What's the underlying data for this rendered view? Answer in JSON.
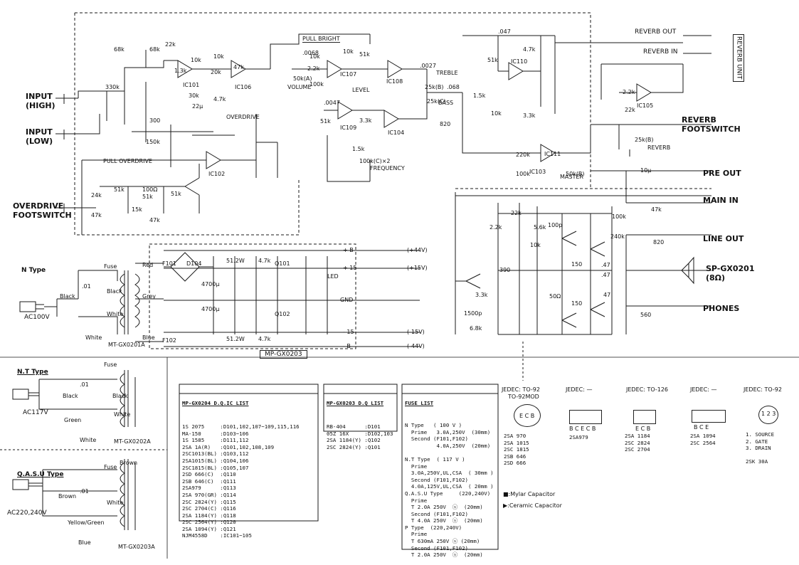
{
  "connectors": {
    "input_high": "INPUT\n(HIGH)",
    "input_low": "INPUT\n(LOW)",
    "overdrive_footswitch": "OVERDRIVE\nFOOTSWITCH",
    "reverb_out": "REVERB OUT",
    "reverb_in": "REVERB IN",
    "reverb_unit": "REVERB UNIT",
    "reverb_footswitch": "REVERB\nFOOTSWITCH",
    "pre_out": "PRE OUT",
    "main_in": "MAIN IN",
    "line_out": "LINE OUT",
    "speaker": "SP-GX0201\n(8Ω)",
    "phones": "PHONES"
  },
  "controls": {
    "pull_bright": "PULL BRIGHT",
    "volume": "VOLUME",
    "level": "LEVEL",
    "treble": "TREBLE",
    "bass": "BASS",
    "frequency": "FREQUENCY",
    "overdrive": "OVERDRIVE",
    "pull_overdrive": "PULL OVERDRIVE",
    "reverb": "REVERB",
    "master": "MASTER"
  },
  "ics": [
    "IC101",
    "IC102",
    "IC103",
    "IC104",
    "IC105",
    "IC106",
    "IC107",
    "IC108",
    "IC109",
    "IC110",
    "IC111"
  ],
  "components": [
    {
      "t": "68k"
    },
    {
      "t": "68k"
    },
    {
      "t": "22k"
    },
    {
      "t": "10k"
    },
    {
      "t": "10k"
    },
    {
      "t": "20k"
    },
    {
      "t": "47k"
    },
    {
      "t": "1.3k"
    },
    {
      "t": "30k"
    },
    {
      "t": "4.7k"
    },
    {
      "t": "300"
    },
    {
      "t": "150k"
    },
    {
      "t": "22μ"
    },
    {
      "t": "330k"
    },
    {
      "t": "10k"
    },
    {
      "t": "100k"
    },
    {
      "t": "50k(A)"
    },
    {
      "t": "2.2k"
    },
    {
      "t": "10k"
    },
    {
      "t": ".0068"
    },
    {
      "t": ".0027"
    },
    {
      "t": "25k(B)"
    },
    {
      "t": "25k(C)"
    },
    {
      "t": ".068"
    },
    {
      "t": "820"
    },
    {
      "t": "51k"
    },
    {
      "t": ".0047"
    },
    {
      "t": "100k(C)×2"
    },
    {
      "t": "51k"
    },
    {
      "t": "3.3k"
    },
    {
      "t": "1.5k"
    },
    {
      "t": "51k"
    },
    {
      "t": "10k"
    },
    {
      "t": "1.5k"
    },
    {
      "t": "3.3k"
    },
    {
      "t": "4.7k"
    },
    {
      "t": ".047"
    },
    {
      "t": "2.2k"
    },
    {
      "t": "22k"
    },
    {
      "t": "220k"
    },
    {
      "t": "100k"
    },
    {
      "t": "50k(B)"
    },
    {
      "t": "25k(B)"
    },
    {
      "t": "10μ"
    },
    {
      "t": "47k"
    },
    {
      "t": "100k"
    },
    {
      "t": "22k"
    },
    {
      "t": "2.2k"
    },
    {
      "t": "5.6k"
    },
    {
      "t": "100p"
    },
    {
      "t": "10k"
    },
    {
      "t": "390"
    },
    {
      "t": "150"
    },
    {
      "t": "150"
    },
    {
      "t": ".47"
    },
    {
      "t": ".47"
    },
    {
      "t": "47"
    },
    {
      "t": "50Ω"
    },
    {
      "t": "240k"
    },
    {
      "t": "820"
    },
    {
      "t": "560"
    },
    {
      "t": "1500p"
    },
    {
      "t": "3.3k"
    },
    {
      "t": "6.8k"
    },
    {
      "t": "51k"
    },
    {
      "t": "51k"
    },
    {
      "t": "51k"
    },
    {
      "t": "24k"
    },
    {
      "t": "47k"
    },
    {
      "t": "15k"
    },
    {
      "t": "100Ω"
    },
    {
      "t": "47k"
    }
  ],
  "power": {
    "n_type": "N Type",
    "fuse": "Fuse",
    "ac100": "AC100V",
    "black": "Black",
    "white": "White",
    "red": "Red",
    "grey": "Grey",
    "blue": "Blue",
    "f101": "F101",
    "f102": "F102",
    "d104": "D104",
    "c01": ".01",
    "transformer_n": "MT-GX0201A",
    "board": "MP-GX0203",
    "rails": [
      "+ B",
      "+ 15",
      "GND",
      "- 15",
      "- B"
    ],
    "rail_values": [
      "(+44V)",
      "(+15V)",
      "",
      "(-15V)",
      "(-44V)"
    ],
    "led": "LED",
    "q101": "Q101",
    "q102": "Q102",
    "res_512": "51.2W",
    "res_47k": "4.7k",
    "cap_4700": "4700μ",
    "nt_type": "N.T Type",
    "ac117": "AC117V",
    "green": "Green",
    "transformer_nt": "MT-GX0202A",
    "qasu_type": "Q.A.S.U Type",
    "ac220": "AC220,240V",
    "brown": "Brown",
    "yellow_green": "Yellow/Green",
    "transformer_qasu": "MT-GX0203A"
  },
  "list_mp0204": {
    "header": "MP-GX0204 D.Q.IC LIST",
    "rows": [
      "1S 2075     :D101,102,107~109,115,116",
      "MA-150      :D103~106",
      "1S 1585     :D111,112",
      "2SA 1A(R)   :Q101,102,108,109",
      "2SC1013(BL) :Q103,112",
      "2SA1015(BL) :Q104,106",
      "2SC1815(BL) :Q105,107",
      "2SD 666(C)  :Q110",
      "2SB 646(C)  :Q111",
      "2SA979      :Q113",
      "2SA 970(GR) :Q114",
      "2SC 2824(Y) :Q115",
      "2SC 2704(C) :Q116",
      "2SA 1184(Y) :Q118",
      "2SC 2564(Y) :Q120",
      "2SA 1094(Y) :Q121",
      "NJM4558D    :IC101~105"
    ]
  },
  "list_mp0203": {
    "header": "MP-GX0203 D.Q LIST",
    "rows": [
      "RB-404      :D101",
      "05Z 16X     :D102,103",
      "2SA 1184(Y) :Q102",
      "2SC 2824(Y) :Q101"
    ]
  },
  "fuse_list": {
    "header": "FUSE LIST",
    "rows": [
      "N Type   ( 100 V )",
      "  Prime   3.0A,250V  (30mm)",
      "  Second (F101,F102)",
      "          4.0A,250V  (20mm)",
      "",
      "N.T Type  ( 117 V )",
      "  Prime",
      "  3.0A,250V,UL,CSA  ( 30mm )",
      "  Second (F101,F102)",
      "  4.0A,125V,UL,CSA  ( 20mm )",
      "Q.A.S.U Type     (220,240V)",
      "  Prime",
      "  T 2.0A 250V  ⓢ  (20mm)",
      "  Second (F101,F102)",
      "  T 4.0A 250V  ⓢ  (20mm)",
      "P Type  (220,240V)",
      "  Prime",
      "  T 630mA 250V ⓢ (20mm)",
      "  Second (F101,F102)",
      "  T 2.0A 250V  ⓢ  (20mm)"
    ]
  },
  "jedec": {
    "headers": [
      "JEDEC: TO-92",
      "JEDEC: —",
      "JEDEC: TO-126",
      "JEDEC: —",
      "JEDEC: TO-92"
    ],
    "sub": "TO-92MOD",
    "pins": [
      "E C B",
      "B C E C B",
      "E C B",
      "B  C  E",
      "1 2 3"
    ],
    "groups": [
      [
        "2SA 970",
        "2SA 1015",
        "2SC 1815",
        "2SB 646",
        "2SD 666"
      ],
      [
        "2SA979"
      ],
      [
        "2SA 1184",
        "2SC 2824",
        "2SC 2704"
      ],
      [
        "2SA 1094",
        "2SC 2564"
      ],
      [
        "1. SOURCE",
        "2. GATE",
        "3. DRAIN",
        "",
        "2SK 30A"
      ]
    ],
    "legend": [
      "■:Mylar Capacitor",
      "▶:Ceramic Capacitor"
    ]
  }
}
